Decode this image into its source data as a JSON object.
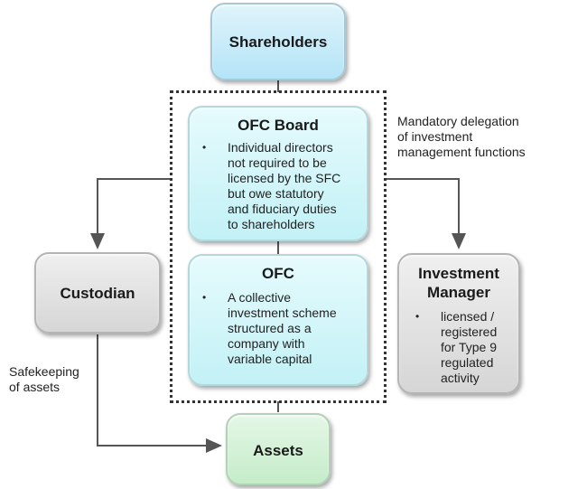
{
  "shareholders": {
    "title": "Shareholders"
  },
  "ofc_board": {
    "title": "OFC Board",
    "bullet": "•",
    "lines": [
      "Individual directors",
      "not required to be",
      "licensed by the SFC",
      "but owe statutory",
      "and fiduciary duties",
      "to shareholders"
    ]
  },
  "ofc": {
    "title": "OFC",
    "bullet": "•",
    "lines": [
      "A collective",
      "investment scheme",
      "structured as a",
      "company with",
      "variable capital"
    ]
  },
  "custodian": {
    "title": "Custodian"
  },
  "investment_manager": {
    "title_lines": [
      "Investment",
      "Manager"
    ],
    "bullet": "•",
    "lines": [
      "licensed /",
      "registered",
      "for Type 9",
      "regulated",
      "activity"
    ]
  },
  "assets": {
    "title": "Assets"
  },
  "annotations": {
    "delegation": [
      "Mandatory delegation",
      "of investment",
      "management functions"
    ],
    "safekeeping": [
      "Safekeeping",
      "of assets"
    ]
  }
}
